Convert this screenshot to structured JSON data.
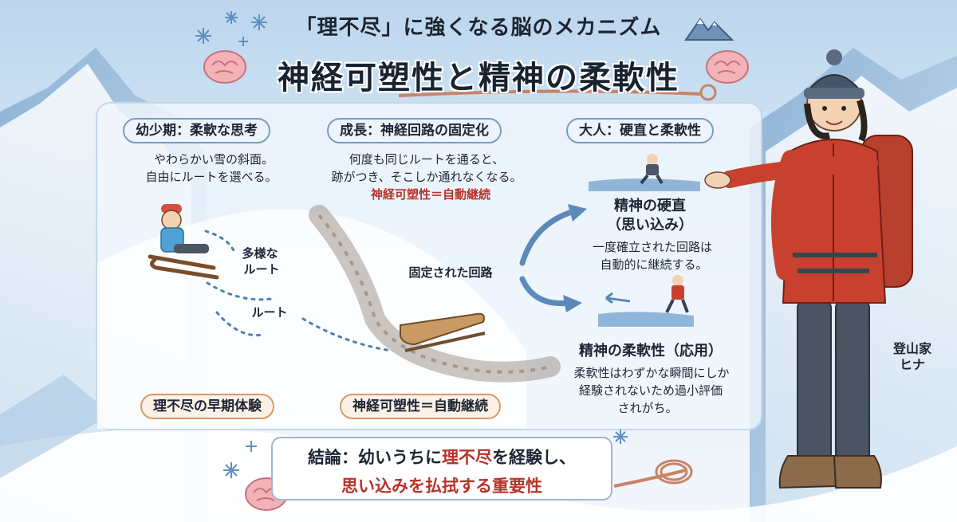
{
  "header": {
    "subtitle": "「理不尽」に強くなる脳のメカニズム",
    "title": "神経可塑性と精神の柔軟性"
  },
  "sections": {
    "childhood": {
      "heading": "幼少期：柔軟な思考",
      "line1": "やわらかい雪の斜面。",
      "line2": "自由にルートを選べる。",
      "route_label_multi_1": "多様な",
      "route_label_multi_2": "ルート",
      "route_label_single": "ルート",
      "tag": "理不尽の早期体験"
    },
    "growth": {
      "heading": "成長：神経回路の固定化",
      "line1": "何度も同じルートを通ると、",
      "line2": "跡がつき、そこしか通れなくなる。",
      "highlight": "神経可塑性＝自動継続",
      "fixed_label": "固定された回路",
      "tag": "神経可塑性＝自動継続"
    },
    "adult": {
      "heading": "大人：硬直と柔軟性",
      "rigid_title_1": "精神の硬直",
      "rigid_title_2": "（思い込み）",
      "rigid_desc_1": "一度確立された回路は",
      "rigid_desc_2": "自動的に継続する。",
      "flex_title": "精神の柔軟性（応用）",
      "flex_desc_1": "柔軟性はわずかな瞬間にしか",
      "flex_desc_2": "経験されないため過小評価",
      "flex_desc_3": "されがち。"
    }
  },
  "conclusion": {
    "line1_prefix": "結論：幼いうちに",
    "line1_highlight": "理不尽",
    "line1_suffix": "を経験し、",
    "line2": "思い込みを払拭する重要性"
  },
  "character": {
    "role": "登山家",
    "name": "ヒナ"
  },
  "colors": {
    "accent_red": "#b8322a",
    "pill_border_blue": "#7a9cc0",
    "pill_border_orange": "#d89a64",
    "jacket_red": "#c8412f"
  },
  "icons": [
    "snowflake-icon",
    "brain-icon",
    "mountain-icon",
    "rope-icon",
    "sled-icon",
    "arrow-icon"
  ]
}
